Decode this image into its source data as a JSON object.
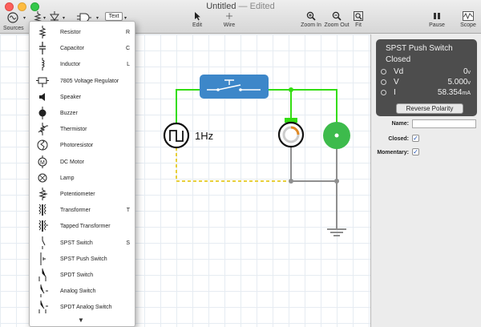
{
  "window": {
    "title": "Untitled",
    "status": "— Edited"
  },
  "toolbar": {
    "sources_label": "Sources",
    "text_button": "Text",
    "edit_label": "Edit",
    "wire_label": "Wire",
    "zoom_in_label": "Zoom In",
    "zoom_out_label": "Zoom Out",
    "fit_label": "Fit",
    "pause_label": "Pause",
    "scope_label": "Scope"
  },
  "menu": {
    "items": [
      {
        "label": "Resistor",
        "key": "R",
        "icon": "resistor-icon"
      },
      {
        "label": "Capacitor",
        "key": "C",
        "icon": "capacitor-icon"
      },
      {
        "label": "Inductor",
        "key": "L",
        "icon": "inductor-icon"
      },
      {
        "label": "7805 Voltage Regulator",
        "key": "",
        "icon": "voltage-regulator-icon"
      },
      {
        "label": "Speaker",
        "key": "",
        "icon": "speaker-icon"
      },
      {
        "label": "Buzzer",
        "key": "",
        "icon": "buzzer-icon"
      },
      {
        "label": "Thermistor",
        "key": "",
        "icon": "thermistor-icon"
      },
      {
        "label": "Photoresistor",
        "key": "",
        "icon": "photoresistor-icon"
      },
      {
        "label": "DC Motor",
        "key": "",
        "icon": "dc-motor-icon"
      },
      {
        "label": "Lamp",
        "key": "",
        "icon": "lamp-icon"
      },
      {
        "label": "Potentiometer",
        "key": "",
        "icon": "potentiometer-icon"
      },
      {
        "label": "Transformer",
        "key": "T",
        "icon": "transformer-icon"
      },
      {
        "label": "Tapped Transformer",
        "key": "",
        "icon": "tapped-transformer-icon"
      },
      {
        "label": "SPST Switch",
        "key": "S",
        "icon": "spst-switch-icon"
      },
      {
        "label": "SPST Push Switch",
        "key": "",
        "icon": "spst-push-switch-icon"
      },
      {
        "label": "SPDT Switch",
        "key": "",
        "icon": "spdt-switch-icon"
      },
      {
        "label": "Analog Switch",
        "key": "",
        "icon": "analog-switch-icon"
      },
      {
        "label": "SPDT Analog Switch",
        "key": "",
        "icon": "spdt-analog-switch-icon"
      }
    ],
    "more": "▼"
  },
  "circuit": {
    "source_label": "1Hz"
  },
  "inspector": {
    "title": "SPST Push Switch",
    "state": "Closed",
    "readings": [
      {
        "name": "Vd",
        "value": "0",
        "unit": "v"
      },
      {
        "name": "V",
        "value": "5.000",
        "unit": "v"
      },
      {
        "name": "I",
        "value": "58.354",
        "unit": "mA"
      }
    ],
    "reverse_button": "Reverse Polarity",
    "name_label": "Name:",
    "name_value": "",
    "closed_label": "Closed:",
    "closed_checked": true,
    "momentary_label": "Momentary:",
    "momentary_checked": true,
    "check_mark": "✓"
  },
  "colors": {
    "wire_active": "#33dd11",
    "wire_idle": "#8e8e8e",
    "wire_ground": "#e8cf3a",
    "switch_blue": "#3d87c9",
    "lamp_green": "#3dbb4c"
  }
}
